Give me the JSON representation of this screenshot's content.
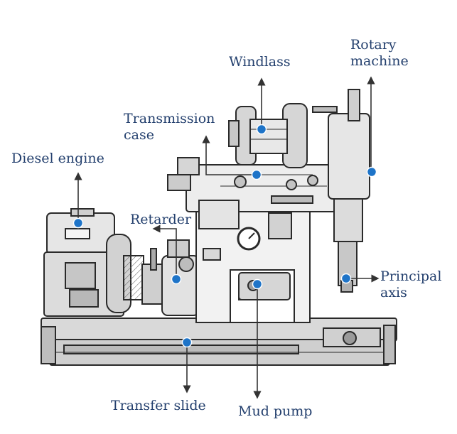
{
  "diagram": {
    "colors": {
      "label_text": "#24406e",
      "callout_dot": "#1e74c8",
      "callout_line": "#333333",
      "machine_ink": "#2a2a2a"
    },
    "labels": {
      "windlass": [
        "Windlass"
      ],
      "rotary_machine": [
        "Rotary",
        "machine"
      ],
      "transmission_case": [
        "Transmission",
        "case"
      ],
      "diesel_engine": [
        "Diesel engine"
      ],
      "retarder": [
        "Retarder"
      ],
      "principal_axis": [
        "Principal",
        "axis"
      ],
      "transfer_slide": [
        "Transfer slide"
      ],
      "mud_pump": [
        "Mud pump"
      ]
    },
    "gauge_icon": "pressure-gauge"
  }
}
